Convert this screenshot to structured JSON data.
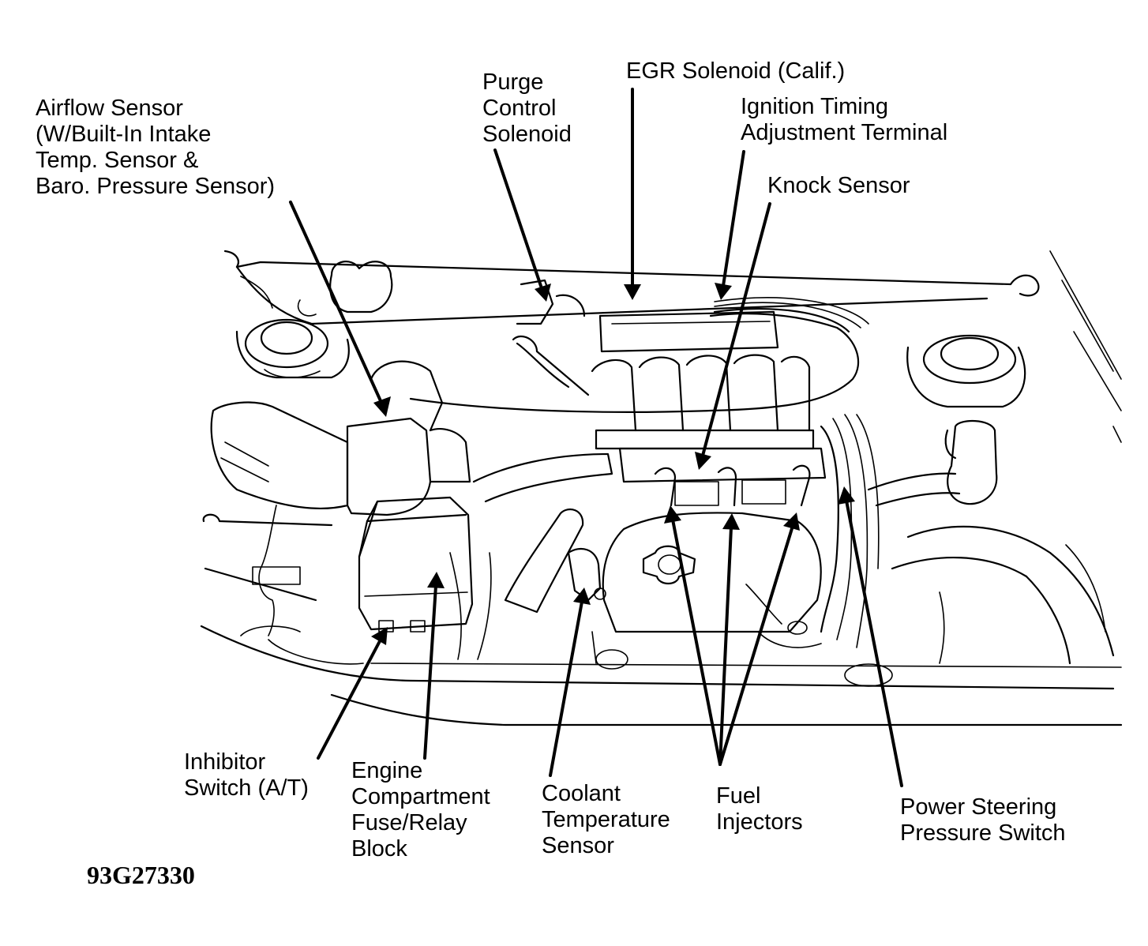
{
  "diagram": {
    "code": "93G27330",
    "labels": {
      "airflow_sensor": [
        "Airflow Sensor",
        "(W/Built-In Intake",
        "Temp. Sensor &",
        "Baro. Pressure Sensor)"
      ],
      "purge_control_solenoid": [
        "Purge",
        "Control",
        "Solenoid"
      ],
      "egr_solenoid": [
        "EGR Solenoid (Calif.)"
      ],
      "ignition_timing_terminal": [
        "Ignition Timing",
        "Adjustment Terminal"
      ],
      "knock_sensor": [
        "Knock Sensor"
      ],
      "inhibitor_switch": [
        "Inhibitor",
        "Switch (A/T)"
      ],
      "fuse_relay_block": [
        "Engine",
        "Compartment",
        "Fuse/Relay",
        "Block"
      ],
      "coolant_temp_sensor": [
        "Coolant",
        "Temperature",
        "Sensor"
      ],
      "fuel_injectors": [
        "Fuel",
        "Injectors"
      ],
      "power_steering_switch": [
        "Power Steering",
        "Pressure Switch"
      ]
    }
  }
}
